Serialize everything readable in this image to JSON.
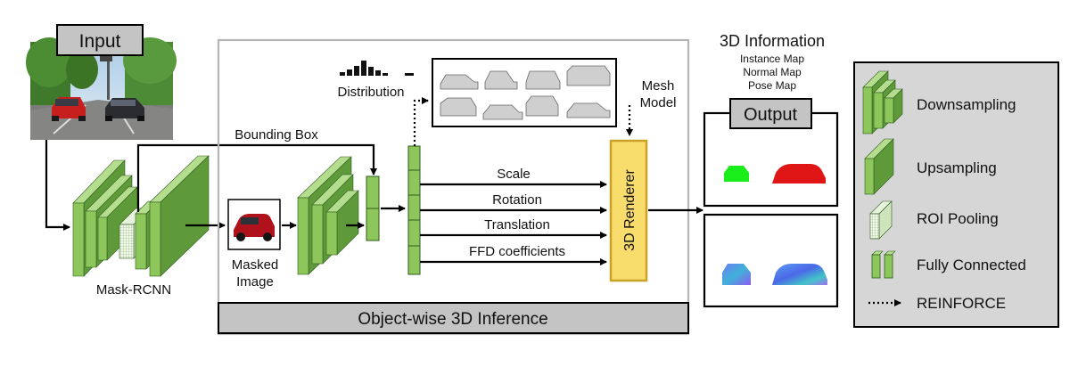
{
  "input_label": "Input",
  "mask_rcnn_label": "Mask-RCNN",
  "bounding_box_label": "Bounding Box",
  "masked_image_label": [
    "Masked",
    "Image"
  ],
  "distribution_label": "Distribution",
  "mesh_model_label": [
    "Mesh",
    "Model"
  ],
  "arrows": {
    "scale": "Scale",
    "rotation": "Rotation",
    "translation": "Translation",
    "ffd": "FFD coefficients"
  },
  "renderer_label": "3D Renderer",
  "inference_label": "Object-wise 3D Inference",
  "info_title": "3D Information",
  "info_items": [
    "Instance Map",
    "Normal Map",
    "Pose Map"
  ],
  "output_label": "Output",
  "legend": {
    "downsampling": "Downsampling",
    "upsampling": "Upsampling",
    "roi_pooling": "ROI Pooling",
    "fully_connected": "Fully Connected",
    "reinforce": "REINFORCE"
  },
  "colors": {
    "green_front": "#8dc75b",
    "green_side": "#5f9a3a",
    "green_top": "#b4dd8e",
    "renderer_fill": "#f8dd6c",
    "renderer_stroke": "#c9a227",
    "header_fill": "#c4c4c4",
    "panel_fill": "#d6d6d6",
    "frame_stroke": "#b5b5b5"
  }
}
